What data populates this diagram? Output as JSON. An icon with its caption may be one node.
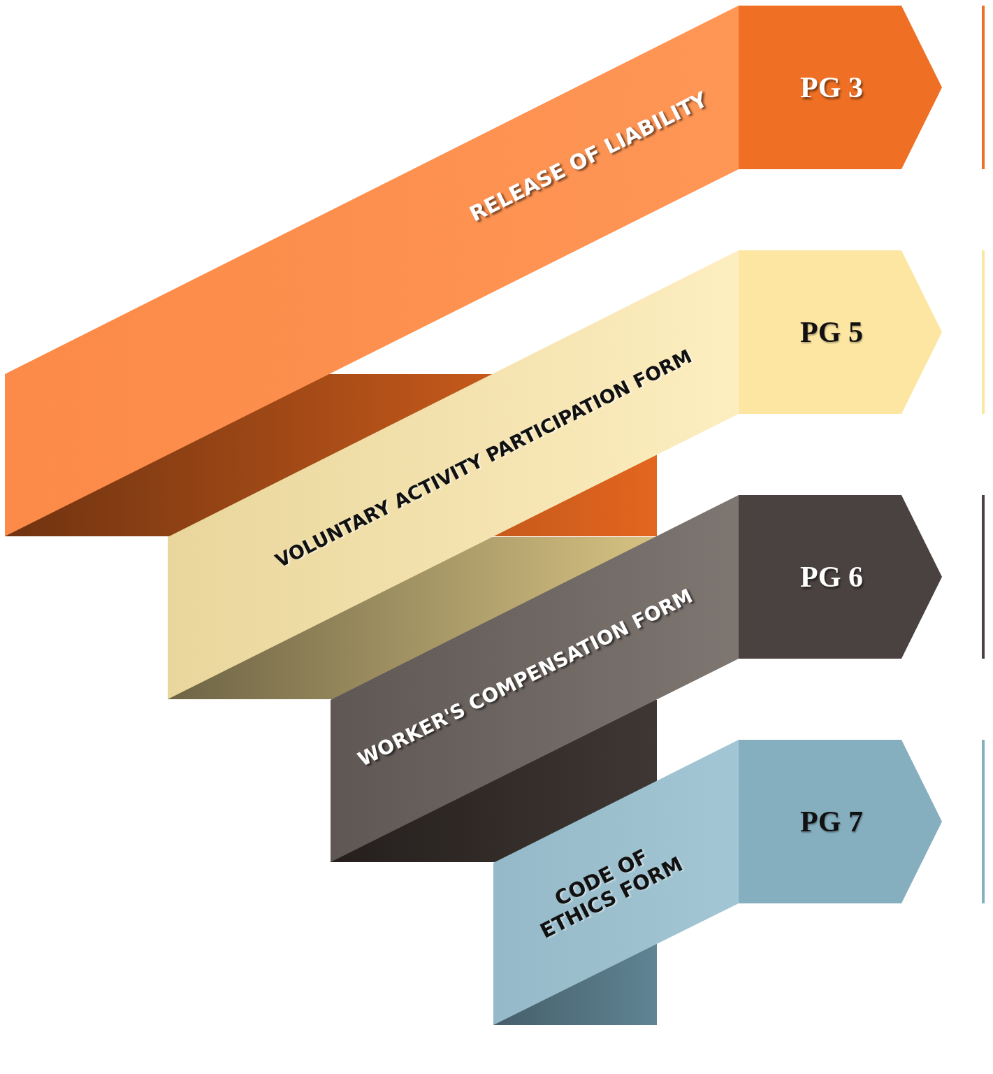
{
  "diagram": {
    "nodes": [
      {
        "text": [
          "RELEASE OF LIABILITY"
        ]
      },
      {
        "text": [
          "PG 3"
        ]
      },
      {
        "text": [
          "VOLUNTARY ACTIVITY PARTICIPATION FORM"
        ]
      },
      {
        "text": [
          "PG 5"
        ]
      },
      {
        "text": [
          "WORKER'S COMPENSATION FORM"
        ]
      },
      {
        "text": [
          "PG 6"
        ]
      },
      {
        "text": [
          "CODE OF ETHICS FORM"
        ]
      },
      {
        "text": [
          "PG 7"
        ]
      }
    ]
  }
}
